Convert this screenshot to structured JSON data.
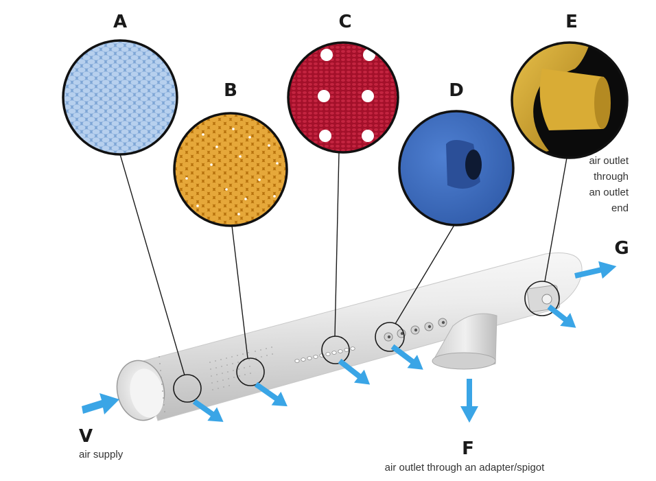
{
  "labels": {
    "A": "A",
    "B": "B",
    "C": "C",
    "D": "D",
    "E": "E",
    "F": "F",
    "G": "G",
    "V": "V"
  },
  "captions": {
    "air_supply": "air supply",
    "spigot": "air outlet through an adapter/spigot",
    "outlet_end_line1": "air outlet",
    "outlet_end_line2": "through",
    "outlet_end_line3": "an outlet",
    "outlet_end_line4": "end"
  },
  "colors": {
    "arrow": "#3aa5e6",
    "duct": "#e3e3e3",
    "fabric_a": "#8fb3dd",
    "fabric_b": "#d58f1c",
    "fabric_c": "#b21430",
    "fabric_d": "#3a6cc0",
    "fabric_e": "#d4a52c"
  }
}
